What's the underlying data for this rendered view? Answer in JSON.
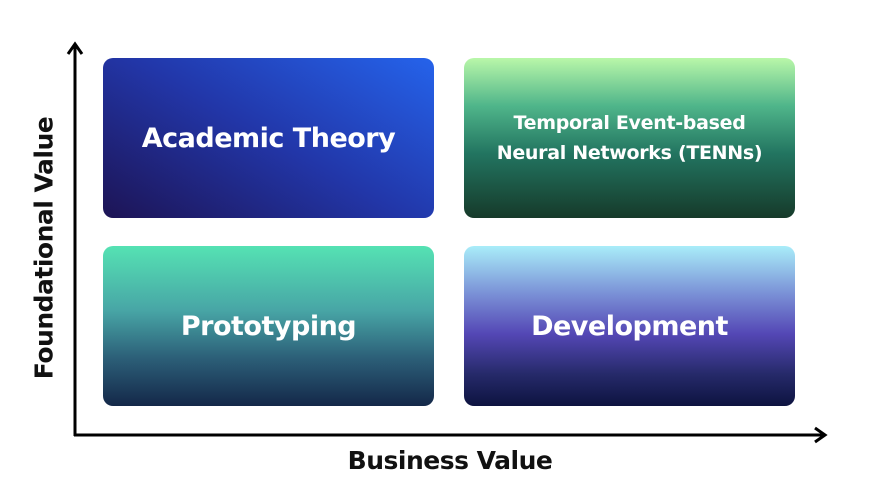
{
  "quadrants": {
    "top_left": {
      "label": "Academic Theory"
    },
    "top_right": {
      "line1": "Temporal Event-based",
      "line2": "Neural Networks (TENNs)"
    },
    "bottom_left": {
      "label": "Prototyping"
    },
    "bottom_right": {
      "label": "Development"
    }
  },
  "axes": {
    "x_label": "Business Value",
    "y_label": "Foundational Value"
  }
}
